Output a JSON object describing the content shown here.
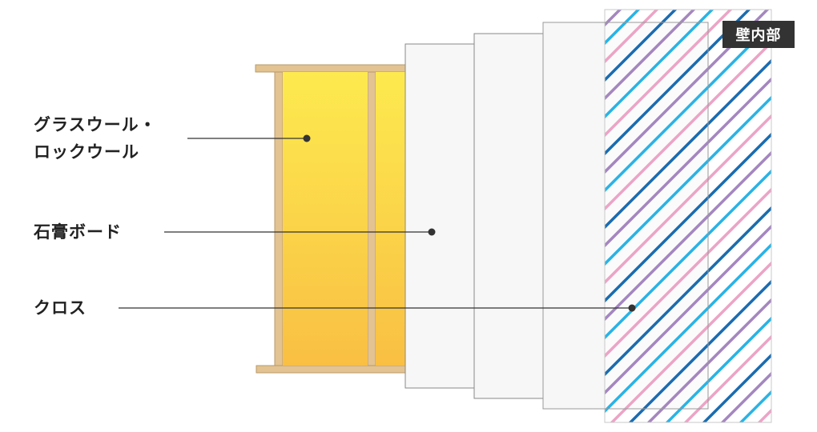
{
  "badge": {
    "label": "壁内部"
  },
  "labels": {
    "insulation_line1": "グラスウール・",
    "insulation_line2": "ロックウール",
    "gypsum_board": "石膏ボード",
    "wallpaper": "クロス"
  },
  "colors": {
    "wood": "#e2c391",
    "wood_edge": "#b99a6a",
    "insulation_top": "#fdea4f",
    "insulation_bottom": "#f9bf43",
    "board_fill": "#f6f7f6",
    "board_edge": "#8a8a8a",
    "stripe_pink": "#eba4c6",
    "stripe_dark_blue": "#1a6cb0",
    "stripe_purple": "#a486c0",
    "stripe_light_blue": "#29b3e5",
    "leader": "#333333",
    "badge_bg": "#333333"
  }
}
